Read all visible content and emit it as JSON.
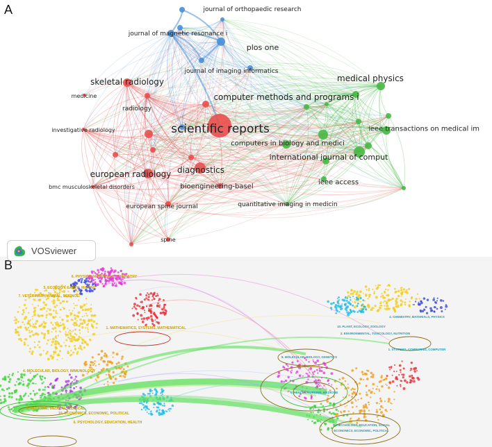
{
  "panels": [
    {
      "label": "A"
    },
    {
      "label": "B"
    }
  ],
  "vosviewer": {
    "label": "VOSviewer"
  },
  "network_a": {
    "clusters": {
      "red": "#e8504f",
      "green": "#49b845",
      "blue": "#4a90d9"
    },
    "nodes": [
      {
        "id": "n1",
        "label": "journal of orthopaedic research",
        "cluster": "blue"
      },
      {
        "id": "n2",
        "label": "journal of magnetic resonance i",
        "cluster": "blue"
      },
      {
        "id": "n3",
        "label": "plos one",
        "cluster": "blue"
      },
      {
        "id": "n4",
        "label": "journal of imaging informatics",
        "cluster": "blue"
      },
      {
        "id": "n5",
        "label": "medical physics",
        "cluster": "green"
      },
      {
        "id": "n6",
        "label": "skeletal radiology",
        "cluster": "red"
      },
      {
        "id": "n7",
        "label": "medicine",
        "cluster": "red"
      },
      {
        "id": "n8",
        "label": "computer methods and programs i",
        "cluster": "green"
      },
      {
        "id": "n9",
        "label": "radiology",
        "cluster": "red"
      },
      {
        "id": "n10",
        "label": "scientific reports",
        "cluster": "red"
      },
      {
        "id": "n11",
        "label": "investigative radiology",
        "cluster": "red"
      },
      {
        "id": "n12",
        "label": "ieee transactions on medical im",
        "cluster": "green"
      },
      {
        "id": "n13",
        "label": "computers in biology and medici",
        "cluster": "green"
      },
      {
        "id": "n14",
        "label": "international journal of comput",
        "cluster": "green"
      },
      {
        "id": "n15",
        "label": "european radiology",
        "cluster": "red"
      },
      {
        "id": "n16",
        "label": "diagnostics",
        "cluster": "red"
      },
      {
        "id": "n17",
        "label": "bioengineering-basel",
        "cluster": "red"
      },
      {
        "id": "n18",
        "label": "bmc musculoskeletal disorders",
        "cluster": "red"
      },
      {
        "id": "n19",
        "label": "ieee access",
        "cluster": "green"
      },
      {
        "id": "n20",
        "label": "european spine journal",
        "cluster": "red"
      },
      {
        "id": "n21",
        "label": "quantitative imaging in medicin",
        "cluster": "green"
      },
      {
        "id": "n22",
        "label": "spine",
        "cluster": "red"
      }
    ]
  },
  "overlay_b": {
    "labels": [
      {
        "text": "6. PHYSICS, MATERIALS, CHEMISTRY",
        "side": "left",
        "color": "#c8a000"
      },
      {
        "text": "3. ECOLOGY, EARTH, MARINE",
        "side": "left",
        "color": "#c8a000"
      },
      {
        "text": "7. VETERINARY, ANIMAL, SCIENCE",
        "side": "left",
        "color": "#c8a000"
      },
      {
        "text": "1. MATHEMATICS, SYSTEMS, MATHEMATICAL",
        "side": "left",
        "color": "#c8a000"
      },
      {
        "text": "4. MOLECULAR, BIOLOGY, IMMUNOLOGY",
        "side": "left",
        "color": "#c8a000"
      },
      {
        "text": "2. MEDICINE, MEDICAL, CLINICAL",
        "side": "left",
        "color": "#c8a000"
      },
      {
        "text": "10. ECONOMICS, ECONOMIC, POLITICAL",
        "side": "left",
        "color": "#c8a000"
      },
      {
        "text": "6. PSYCHOLOGY, EDUCATION, HEALTH",
        "side": "left",
        "color": "#c8a000"
      },
      {
        "text": "4. CHEMISTRY, MATERIALS, PHYSICS",
        "side": "right",
        "color": "#1aa0b8"
      },
      {
        "text": "10. PLANT, ECOLOGY, ZOOLOGY",
        "side": "right",
        "color": "#1aa0b8"
      },
      {
        "text": "2. ENVIRONMENTAL, TOXICOLOGY, NUTRITION",
        "side": "right",
        "color": "#1aa0b8"
      },
      {
        "text": "1. SYSTEMS, COMPUTING, COMPUTER",
        "side": "right",
        "color": "#1aa0b8"
      },
      {
        "text": "8. MOLECULAR, BIOLOGY, GENETICS",
        "side": "right",
        "color": "#1aa0b8"
      },
      {
        "text": "5. HEALTH, NURSING, MEDICINE",
        "side": "right",
        "color": "#1aa0b8"
      },
      {
        "text": "7. PSYCHOLOGY, EDUCATION, SOCIAL",
        "side": "right",
        "color": "#1aa0b8"
      },
      {
        "text": "ECONOMICS, ECONOMIC, POLITICAL",
        "side": "right",
        "color": "#1aa0b8"
      }
    ]
  }
}
